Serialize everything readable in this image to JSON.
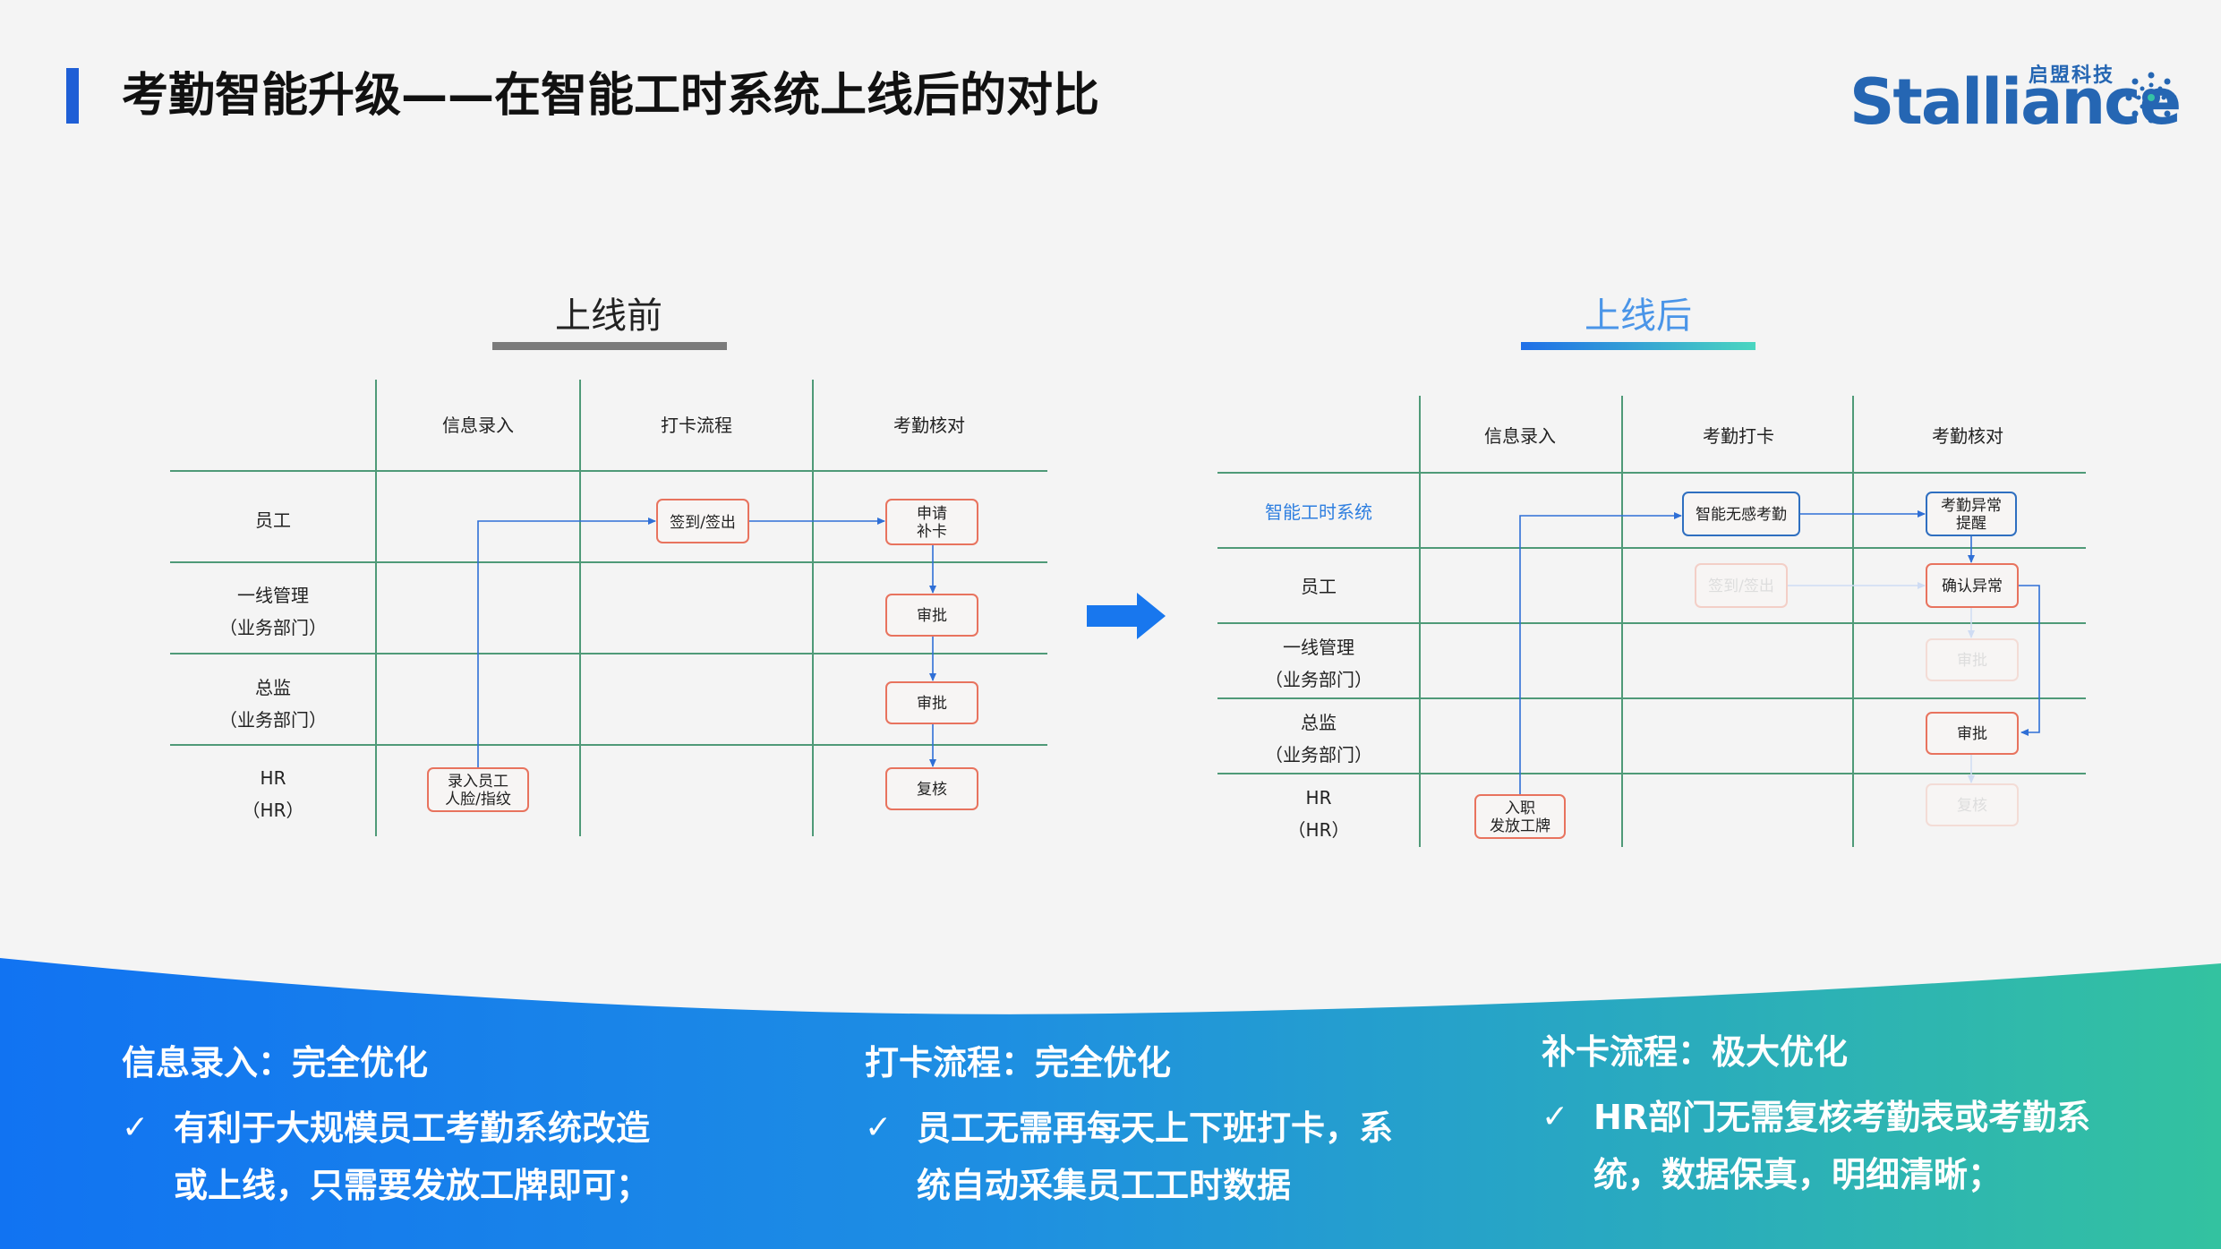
{
  "header": {
    "title": "考勤智能升级——在智能工时系统上线后的对比",
    "accent": "#1f5fd6"
  },
  "logo": {
    "word": "Stalliance",
    "cn": "启盟科技",
    "color": "#2566b3"
  },
  "before": {
    "label": "上线前",
    "columns": [
      "信息录入",
      "打卡流程",
      "考勤核对"
    ],
    "rows": [
      [
        "员工"
      ],
      [
        "一线管理",
        "（业务部门）"
      ],
      [
        "总监",
        "（业务部门）"
      ],
      [
        "HR",
        "（HR）"
      ]
    ],
    "nodes": {
      "checkin": "签到/签出",
      "apply": [
        "申请",
        "补卡"
      ],
      "approve1": "审批",
      "approve2": "审批",
      "review": "复核",
      "enroll": [
        "录入员工",
        "人脸/指纹"
      ]
    }
  },
  "after": {
    "label": "上线后",
    "columns": [
      "信息录入",
      "考勤打卡",
      "考勤核对"
    ],
    "rows": [
      [
        "智能工时系统"
      ],
      [
        "员工"
      ],
      [
        "一线管理",
        "（业务部门）"
      ],
      [
        "总监",
        "（业务部门）"
      ],
      [
        "HR",
        "（HR）"
      ]
    ],
    "nodes": {
      "smart": "智能无感考勤",
      "remind": [
        "考勤异常",
        "提醒"
      ],
      "checkin_faded": "签到/签出",
      "confirm": "确认异常",
      "approve_faded": "审批",
      "approve": "审批",
      "review_faded": "复核",
      "onboard": [
        "入职",
        "发放工牌"
      ]
    }
  },
  "colors": {
    "grid": "#4f9a78",
    "box": "#e8735e",
    "box_after": "#2f6fc0",
    "flow": "#2f6fd6",
    "system": "#2f7fe0"
  },
  "footer": {
    "columns": [
      {
        "heading": "信息录入：完全优化",
        "text": "有利于大规模员工考勤系统改造或上线，只需要发放工牌即可；"
      },
      {
        "heading": "打卡流程：完全优化",
        "text": "员工无需再每天上下班打卡，系统自动采集员工工时数据"
      },
      {
        "heading": "补卡流程：极大优化",
        "text": "HR部门无需复核考勤表或考勤系统，数据保真，明细清晰；"
      }
    ],
    "check": "✓"
  }
}
